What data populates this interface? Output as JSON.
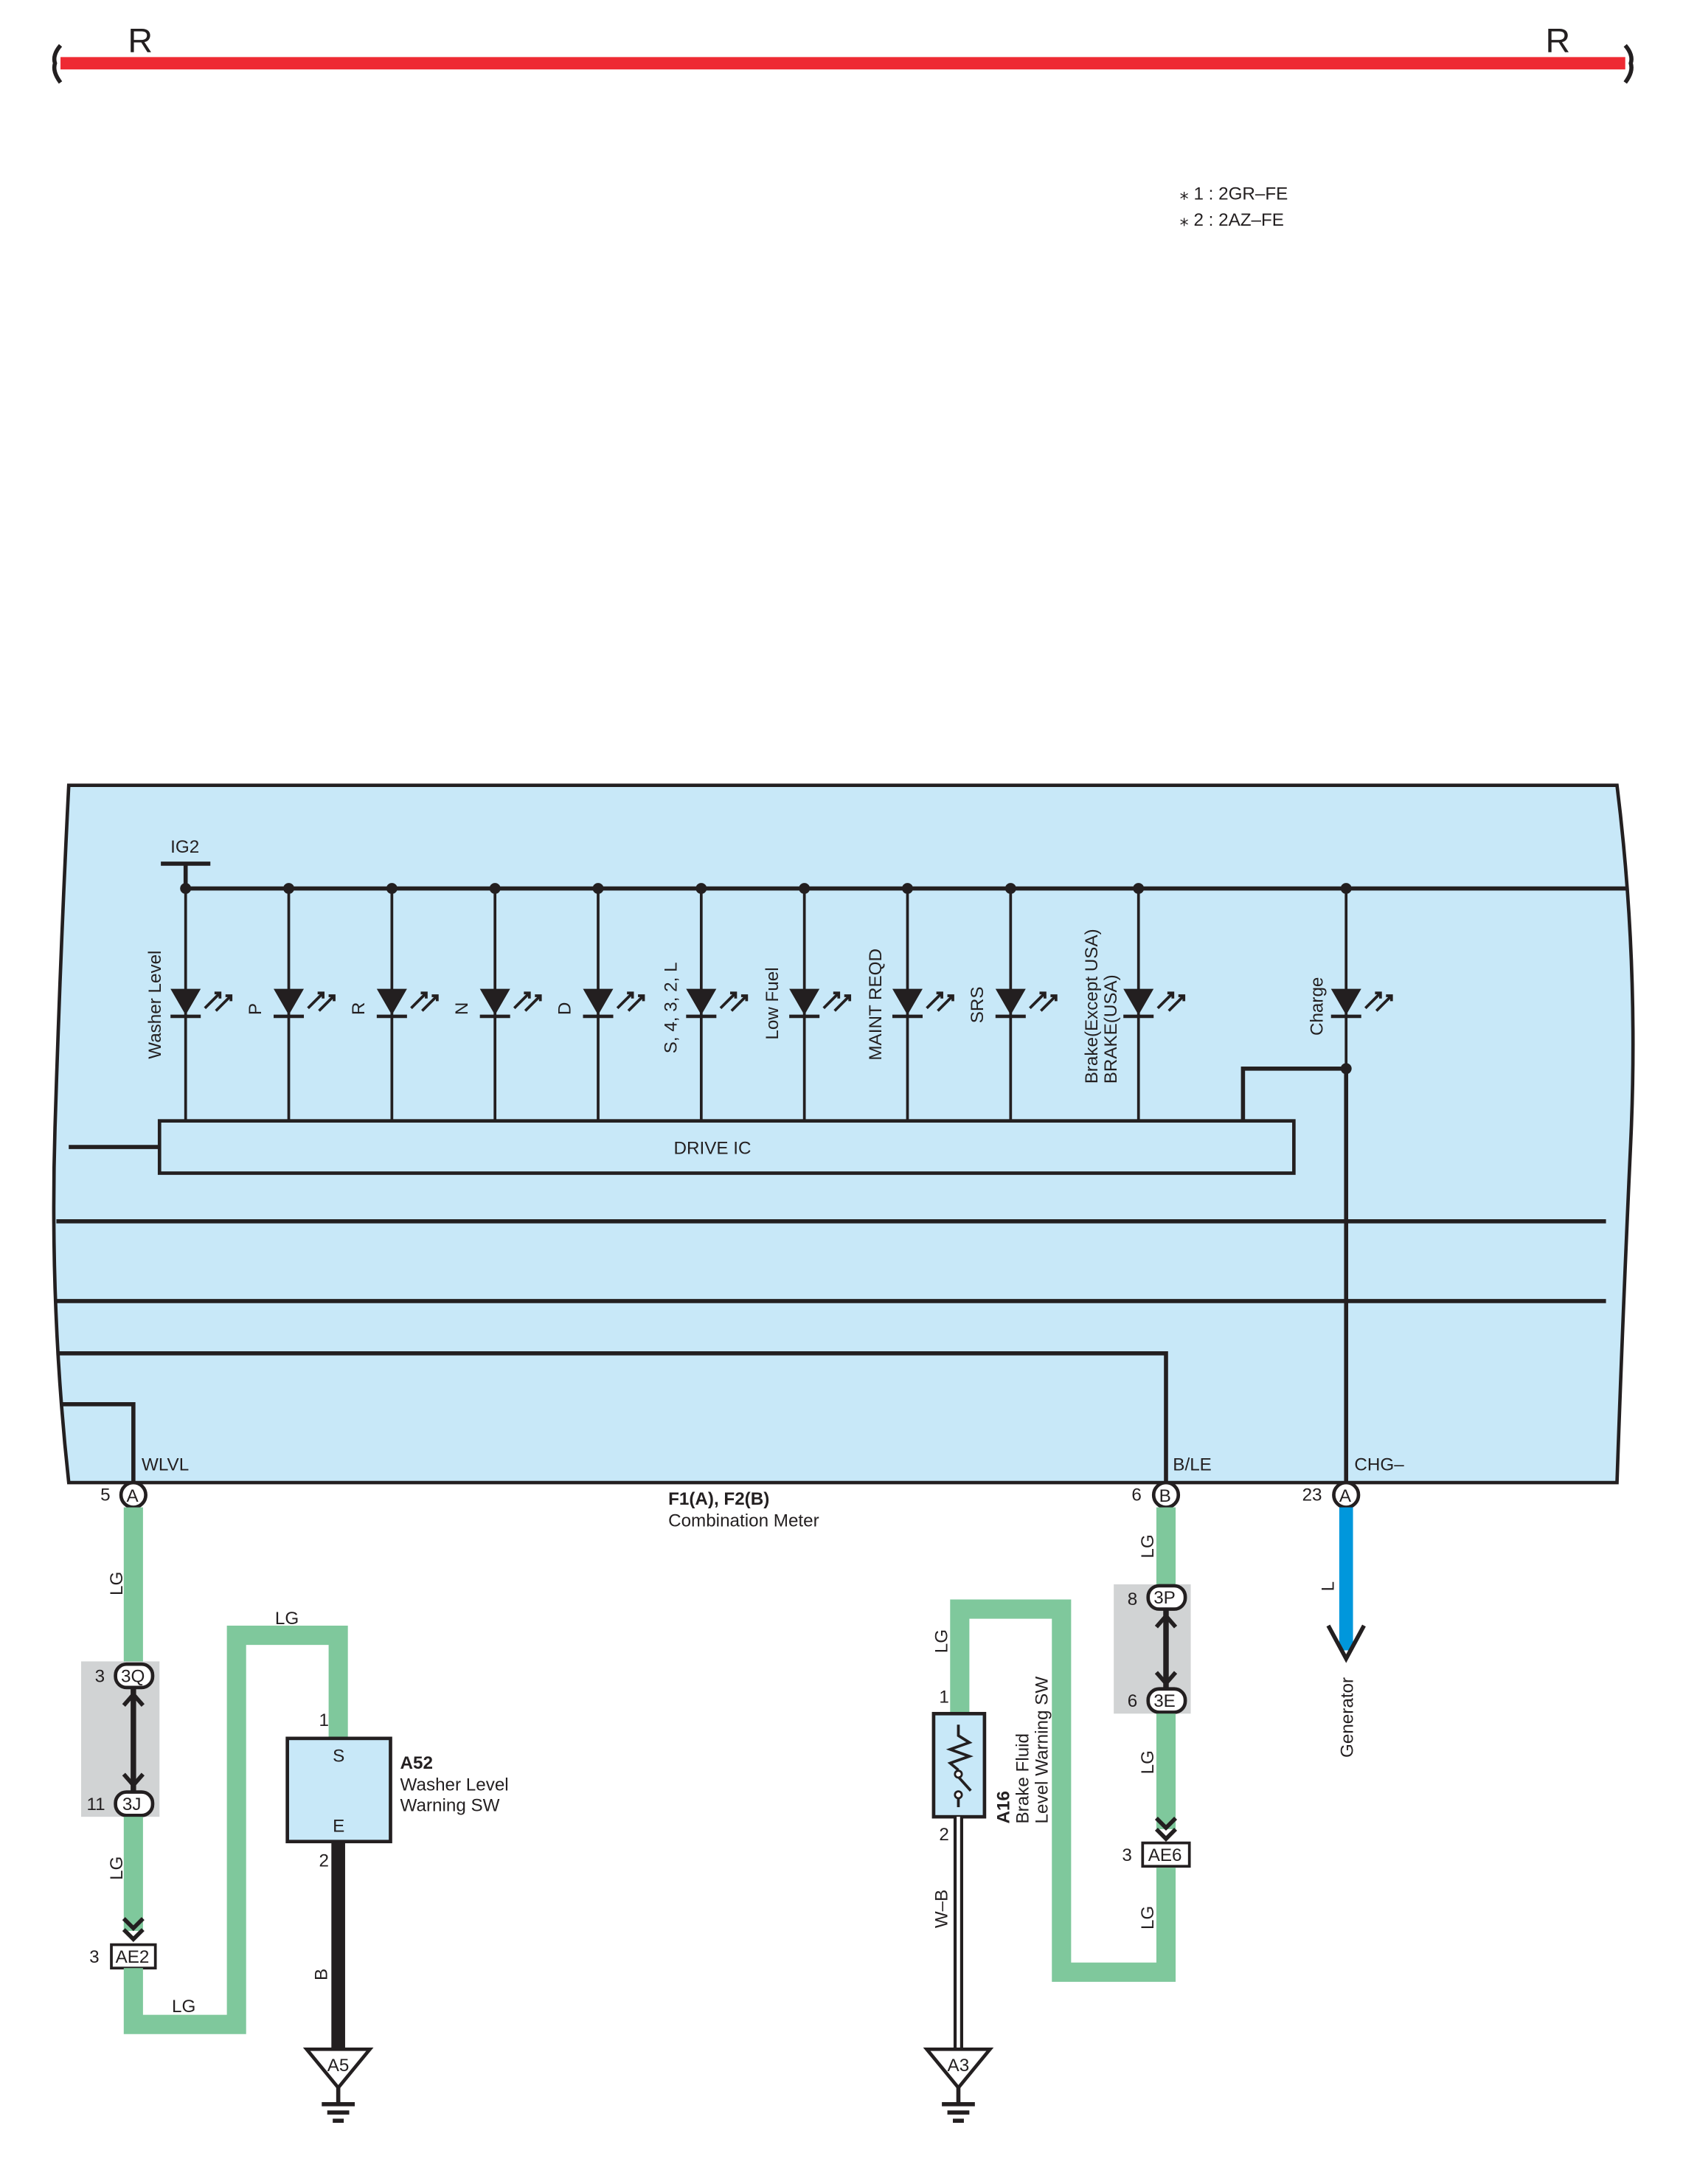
{
  "power_bar": {
    "label_left": "R",
    "label_right": "R",
    "color": "#ee2a33"
  },
  "notes": {
    "note1": "⁎ 1 : 2GR–FE",
    "note2": "⁎ 2 : 2AZ–FE"
  },
  "meter": {
    "fill": "#c8e8f8",
    "ig_label": "IG2",
    "drive_ic": "DRIVE IC",
    "leds": [
      {
        "label": "Washer Level"
      },
      {
        "label": "P"
      },
      {
        "label": "R"
      },
      {
        "label": "N"
      },
      {
        "label": "D"
      },
      {
        "label": "S, 4, 3, 2, L"
      },
      {
        "label": "Low Fuel"
      },
      {
        "label": "MAINT REQD"
      },
      {
        "label": "SRS"
      },
      {
        "label": "Brake(Except USA)",
        "label2": "BRAKE(USA)"
      },
      {
        "label": "Charge"
      }
    ],
    "pins": {
      "wlvl": {
        "name": "WLVL",
        "num": "5",
        "conn": "A"
      },
      "ble": {
        "name": "B/LE",
        "num": "6",
        "conn": "B"
      },
      "chg": {
        "name": "CHG–",
        "num": "23",
        "conn": "A"
      }
    },
    "title_code": "F1(A), F2(B)",
    "title_name": "Combination Meter"
  },
  "wires": {
    "lg": "LG",
    "b": "B",
    "wb": "W–B",
    "l": "L",
    "lg_color": "#7fc89c",
    "l_color": "#0097dc"
  },
  "connectors": {
    "c3q": {
      "code": "3Q",
      "pin": "3"
    },
    "c3j": {
      "code": "3J",
      "pin": "11"
    },
    "ae2": {
      "code": "AE2",
      "pin": "3"
    },
    "c3p": {
      "code": "3P",
      "pin": "8"
    },
    "c3e": {
      "code": "3E",
      "pin": "6"
    },
    "ae6": {
      "code": "AE6",
      "pin": "3"
    }
  },
  "components": {
    "a52": {
      "code": "A52",
      "line1": "Washer Level",
      "line2": "Warning SW",
      "pin_s": "S",
      "pin_e": "E",
      "pin1": "1",
      "pin2": "2"
    },
    "a16": {
      "code": "A16",
      "line1": "Brake Fluid",
      "line2": "Level Warning SW",
      "pin1": "1",
      "pin2": "2"
    },
    "generator": "Generator"
  },
  "grounds": {
    "g1": "A5",
    "g2": "A3"
  }
}
